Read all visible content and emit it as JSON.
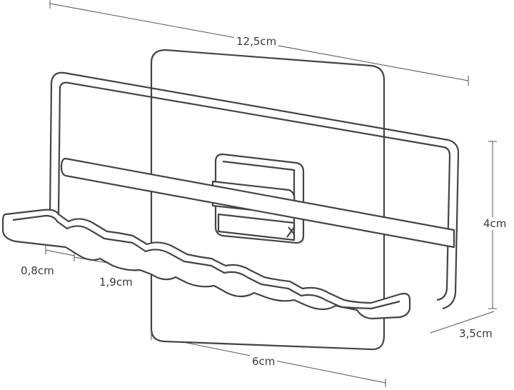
{
  "dimensions": {
    "width": "12,5cm",
    "height": "4cm",
    "depth": "3,5cm",
    "plate_width": "6cm",
    "slot_gap": "0,8cm",
    "slot_width": "1,9cm"
  }
}
